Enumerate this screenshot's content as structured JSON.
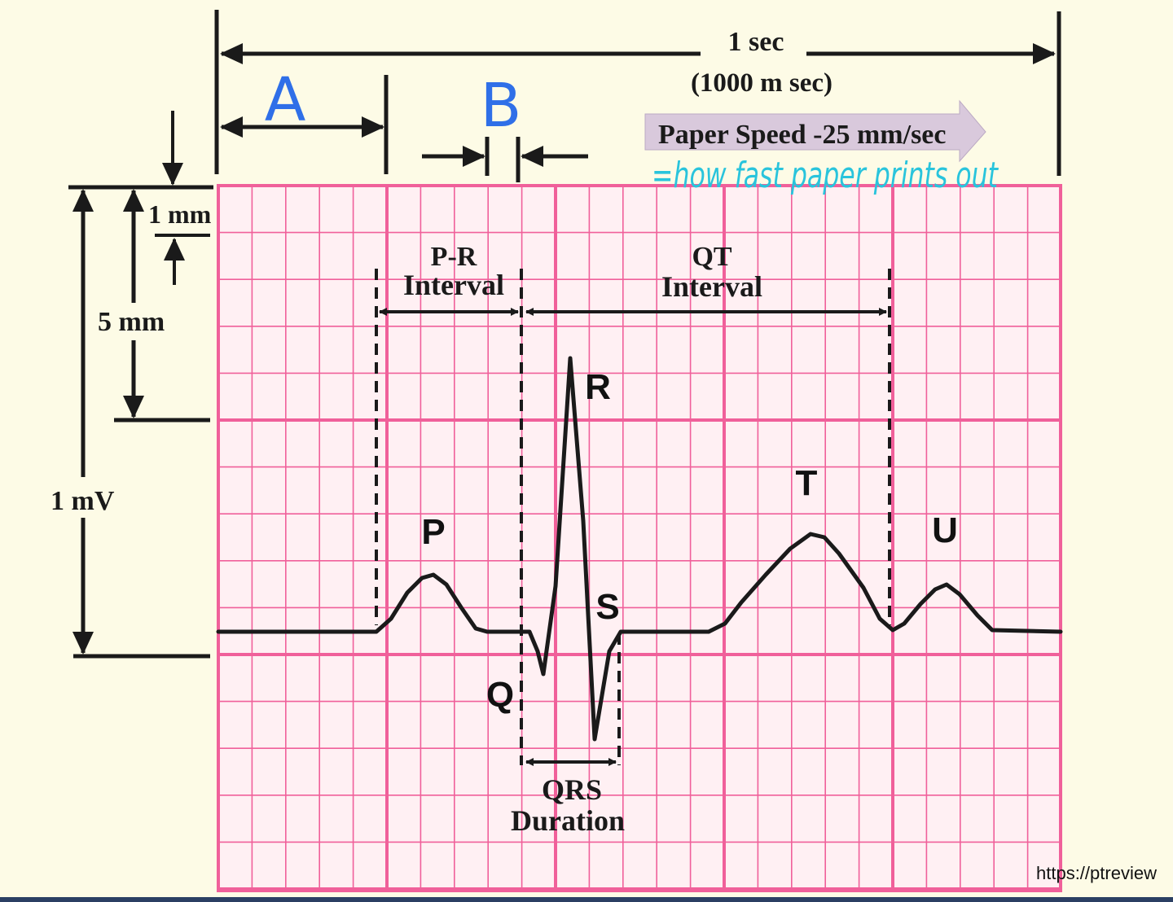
{
  "top_scale": {
    "label_line1": "1 sec",
    "label_line2": "(1000 m sec)"
  },
  "handwriting": {
    "a": "A",
    "b": "B",
    "paper_note": "=how fast paper prints out"
  },
  "paper_speed": "Paper Speed -25 mm/sec",
  "left_scale": {
    "mm1": "1 mm",
    "mm5": "5 mm",
    "mv1": "1 mV"
  },
  "intervals": {
    "pr_line1": "P-R",
    "pr_line2": "Interval",
    "qt_line1": "QT",
    "qt_line2": "Interval",
    "qrs_line1": "QRS",
    "qrs_line2": "Duration"
  },
  "waves": {
    "p": "P",
    "q": "Q",
    "r": "R",
    "s": "S",
    "t": "T",
    "u": "U"
  },
  "source": "https://ptreview",
  "colors": {
    "grid_line": "#f0609a",
    "grid_bg": "#fff0f3",
    "background": "#fdfbe6",
    "trace": "#1a1a1a"
  }
}
